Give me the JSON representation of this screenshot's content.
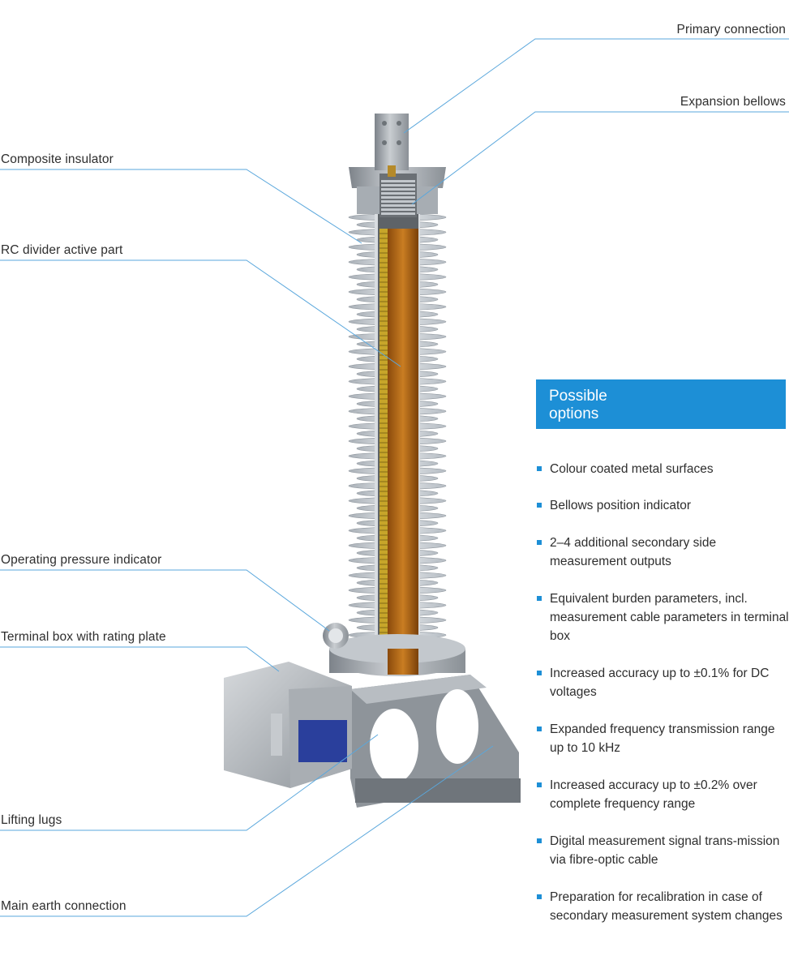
{
  "callouts": [
    {
      "id": "primary-connection",
      "text": "Primary connection"
    },
    {
      "id": "expansion-bellows",
      "text": "Expansion bellows"
    },
    {
      "id": "composite-insulator",
      "text": "Composite insulator"
    },
    {
      "id": "rc-divider-active-part",
      "text": "RC divider active part"
    },
    {
      "id": "operating-pressure-indicator",
      "text": "Operating pressure indicator"
    },
    {
      "id": "terminal-box-with-rating-plate",
      "text": "Terminal box with rating plate"
    },
    {
      "id": "lifting-lugs",
      "text": "Lifting lugs"
    },
    {
      "id": "main-earth-connection",
      "text": "Main earth connection"
    }
  ],
  "options": {
    "title": "Possible\noptions",
    "items": [
      "Colour coated metal surfaces",
      "Bellows position indicator",
      "2–4 additional secondary side measurement outputs",
      "Equivalent burden parameters, incl. measurement cable parameters in terminal box",
      "Increased accuracy up to ±0.1% for DC voltages",
      "Expanded frequency transmission range up to 10 kHz",
      "Increased accuracy up to ±0.2% over complete frequency range",
      "Digital measurement signal trans-mission via fibre-optic cable",
      "Preparation for recalibration in case of secondary measurement system changes"
    ]
  },
  "colors": {
    "accent": "#1d8fd6",
    "leader_line": "#5aa7dc",
    "text": "#2e2e2e",
    "housing": "#9aa0a6",
    "active_part": "#b86a18",
    "rating_plate": "#2a3f9c"
  }
}
